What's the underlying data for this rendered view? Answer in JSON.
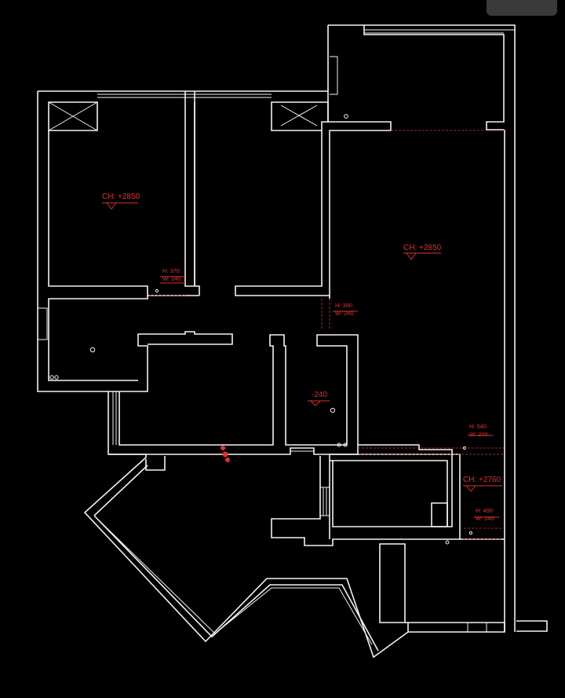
{
  "floor_plan": {
    "labels": {
      "ceiling_left": "CH: +2850",
      "ceiling_right": "CH: +2850",
      "ceiling_bottom": "CH: +2760",
      "level_center": "-240",
      "opening_a_h": "H: 370",
      "opening_a_w": "W: 240",
      "opening_b_h": "H: 390",
      "opening_b_w": "W: 240",
      "opening_c_h": "H: 540",
      "opening_c_w": "W: 240",
      "opening_d_h": "H: 490",
      "opening_d_w": "W: 240"
    },
    "colors": {
      "background": "#000000",
      "walls": "#f2f2f2",
      "annotations": "#e0302e"
    }
  }
}
